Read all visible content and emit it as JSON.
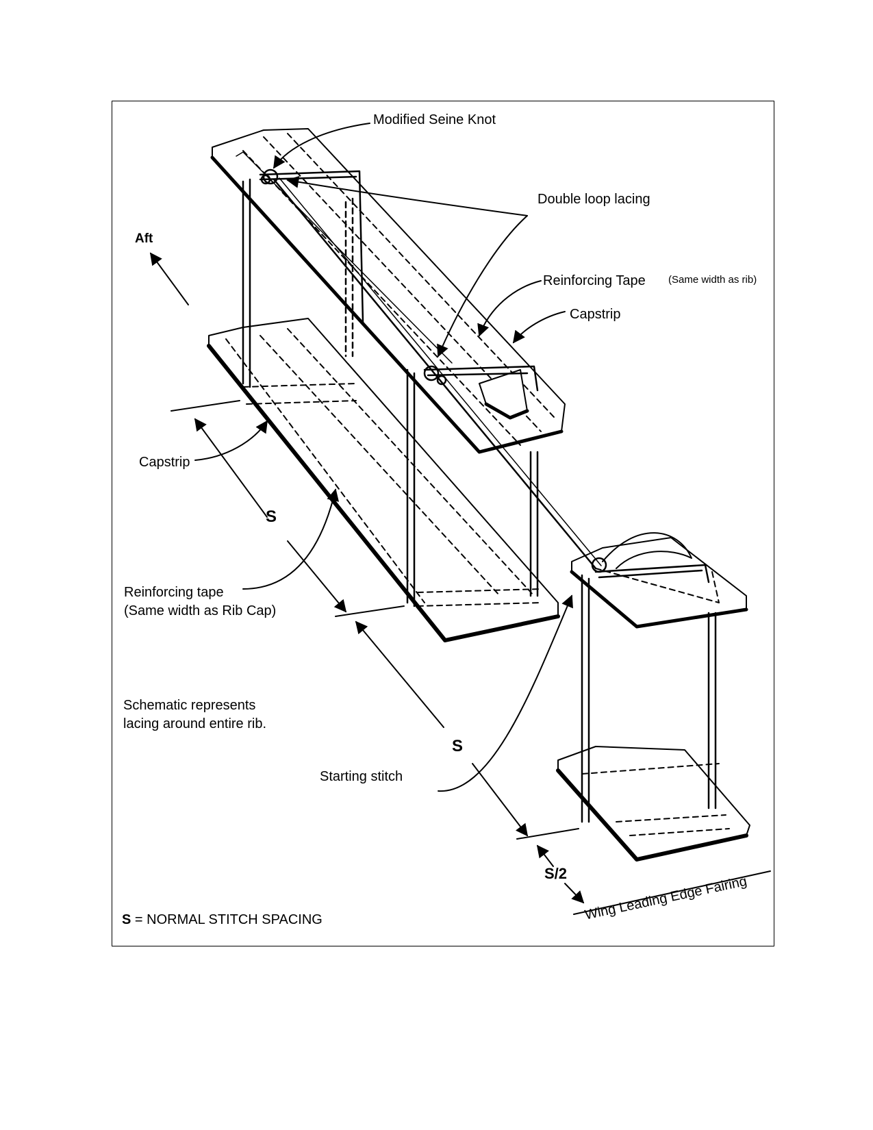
{
  "labels": {
    "modified_seine_knot": "Modified Seine Knot",
    "double_loop_lacing": "Double loop lacing",
    "aft": "Aft",
    "reinforcing_tape_top": "Reinforcing Tape",
    "reinforcing_tape_top_note": "(Same width as rib)",
    "capstrip_right": "Capstrip",
    "capstrip_left": "Capstrip",
    "spacing_s_1": "S",
    "spacing_s_2": "S",
    "spacing_half": "S/2",
    "reinforcing_tape_left_line1": "Reinforcing tape",
    "reinforcing_tape_left_line2": "(Same width as Rib Cap)",
    "schematic_note_line1": "Schematic represents",
    "schematic_note_line2": "lacing around entire rib.",
    "starting_stitch": "Starting stitch",
    "wing_leading_edge": "Wing Leading Edge Fairing",
    "legend_symbol": "S",
    "legend_text": "= NORMAL STITCH SPACING"
  },
  "colors": {
    "ink": "#000000",
    "paper": "#ffffff"
  }
}
